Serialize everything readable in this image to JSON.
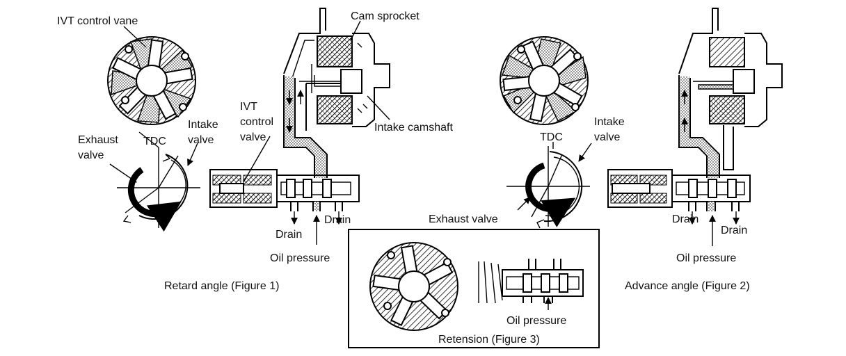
{
  "figure1": {
    "caption": "Retard angle (Figure 1)",
    "labels": {
      "control_vane": "IVT control vane",
      "cam_sprocket": "Cam sprocket",
      "ivt_control_valve": "IVT\ncontrol\nvalve",
      "intake_camshaft": "Intake camshaft",
      "exhaust_valve": "Exhaust\nvalve",
      "tdc": "TDC",
      "intake_valve": "Intake\nvalve",
      "drain_left": "Drain",
      "drain_right": "Drain",
      "oil_pressure": "Oil pressure"
    }
  },
  "figure2": {
    "caption": "Advance angle (Figure 2)",
    "labels": {
      "tdc": "TDC",
      "intake_valve": "Intake\nvalve",
      "exhaust_valve": "Exhaust valve",
      "drain_left": "Drain",
      "drain_right": "Drain",
      "oil_pressure": "Oil pressure"
    }
  },
  "figure3": {
    "caption": "Retension (Figure 3)",
    "labels": {
      "oil_pressure": "Oil pressure"
    }
  }
}
